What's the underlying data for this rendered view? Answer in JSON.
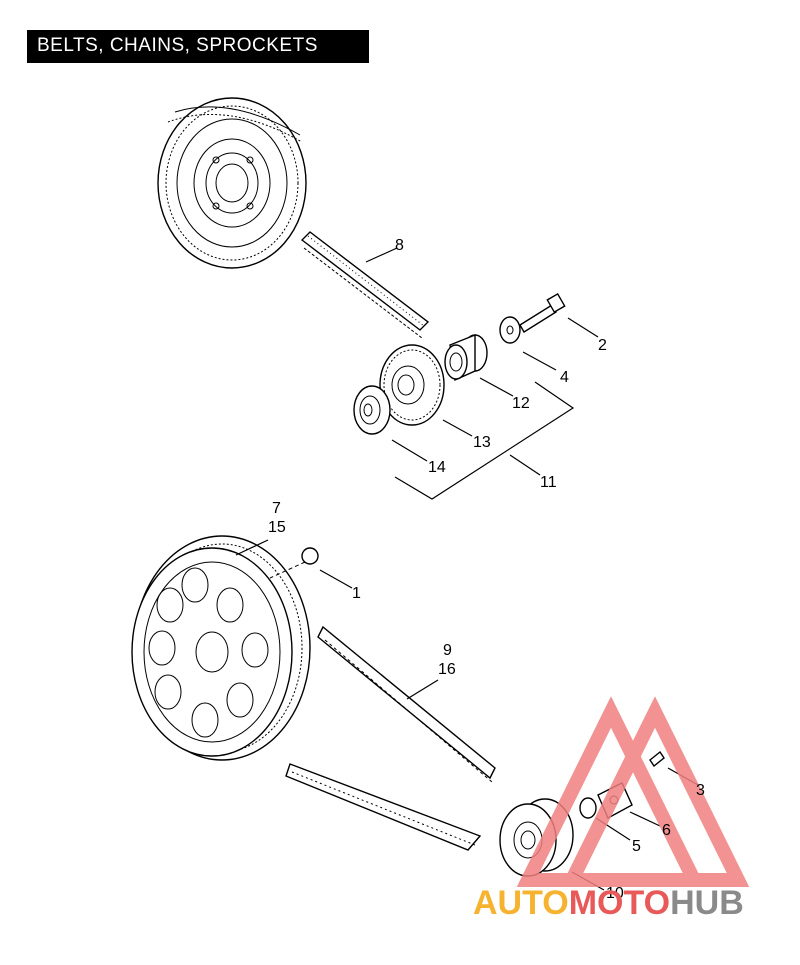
{
  "title": "BELTS, CHAINS, SPROCKETS",
  "callouts": {
    "c1": "1",
    "c2": "2",
    "c3": "3",
    "c4": "4",
    "c5": "5",
    "c6": "6",
    "c7": "7",
    "c8": "8",
    "c9": "9",
    "c10": "10",
    "c11": "11",
    "c12": "12",
    "c13": "13",
    "c14": "14",
    "c15": "15",
    "c16": "16"
  },
  "watermark": {
    "part1": "AUTO",
    "part2": "MOTO",
    "part3": "HUB",
    "colors": {
      "auto": "#f5b330",
      "moto": "#e85a5a",
      "hub": "#8a8a8a",
      "triangle": "#f08080"
    }
  }
}
